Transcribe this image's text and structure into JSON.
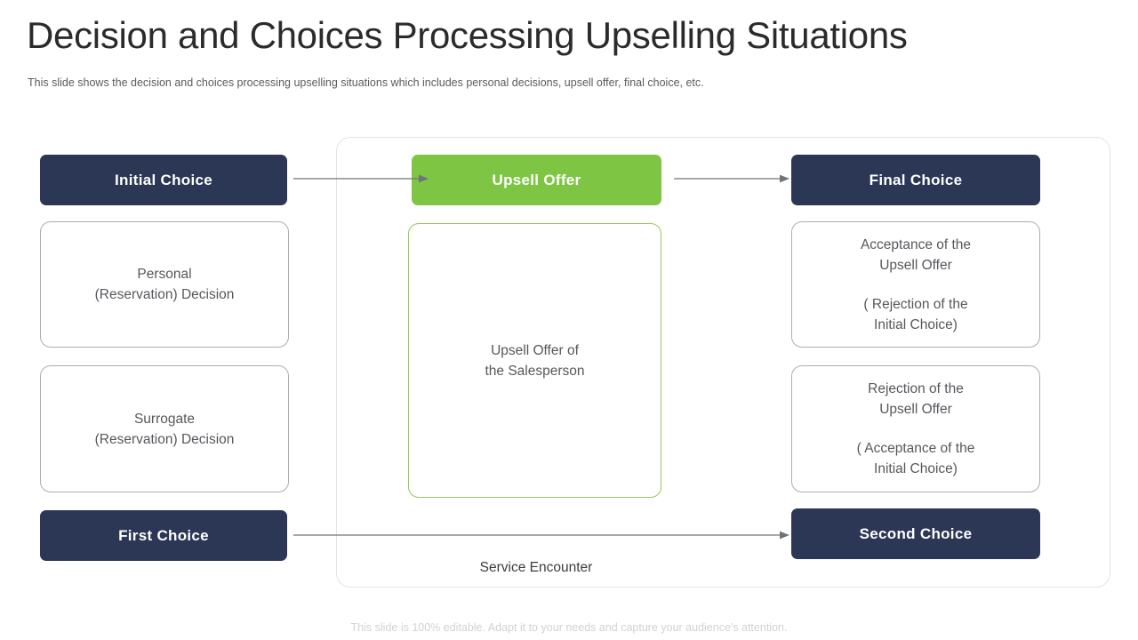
{
  "header": {
    "title": "Decision and Choices Processing Upselling Situations",
    "subtitle": "This slide shows the decision and choices processing upselling situations which includes personal decisions, upsell offer, final choice, etc."
  },
  "colors": {
    "navy": "#2b3755",
    "green": "#7ec544",
    "green_outline": "#93c95e",
    "card_outline": "#a9aeb4",
    "text_gray": "#55585c",
    "arrow_gray": "#6e7378",
    "footer_gray": "#cfd2d6"
  },
  "columns": {
    "left": {
      "header_label": "Initial  Choice",
      "card_top": {
        "line1": "Personal",
        "line2": "(Reservation) Decision"
      },
      "card_bottom": {
        "line1": "Surrogate",
        "line2": "(Reservation) Decision"
      },
      "footer_label": "First Choice"
    },
    "center": {
      "header_label": "Upsell  Offer",
      "card": {
        "line1": "Upsell Offer of",
        "line2": "the Salesperson"
      },
      "container_label": "Service Encounter"
    },
    "right": {
      "header_label": "Final Choice",
      "card_top": {
        "line1": "Acceptance of the",
        "line2": "Upsell Offer",
        "line3": "( Rejection of the",
        "line4": "Initial  Choice)"
      },
      "card_bottom": {
        "line1": "Rejection of the",
        "line2": "Upsell Offer",
        "line3": "( Acceptance of the",
        "line4": "Initial  Choice)"
      },
      "footer_label": "Second Choice"
    }
  },
  "arrows": [
    {
      "name": "initial-to-upsell",
      "from": "Initial  Choice",
      "to": "Upsell  Offer"
    },
    {
      "name": "upsell-to-final",
      "from": "Upsell  Offer",
      "to": "Final Choice"
    },
    {
      "name": "first-to-second",
      "from": "First Choice",
      "to": "Second Choice"
    }
  ],
  "footer": {
    "note": "This slide is 100% editable. Adapt it to your needs and capture your audience's attention."
  }
}
